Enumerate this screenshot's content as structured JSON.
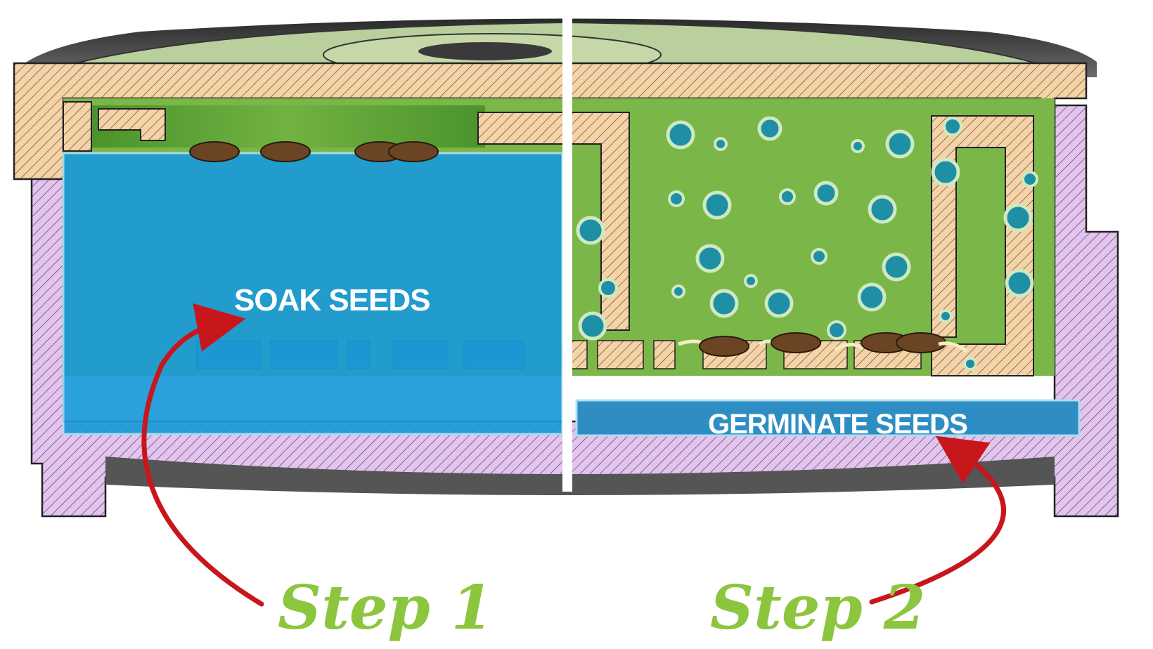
{
  "labels": {
    "soak": "SOAK SEEDS",
    "germinate": "GERMINATE SEEDS",
    "step1": "Step 1",
    "step2": "Step 2"
  },
  "colors": {
    "background": "#ffffff",
    "lid_hatch": "#f5d3a8",
    "base_hatch": "#e3c4ee",
    "interior_green": "#7ab648",
    "water_blue": "#1a9ad8",
    "reservoir_blue": "#2e8ec4",
    "seed_brown": "#6b4423",
    "bubble_teal": "#1f8fa6",
    "arrow_red": "#c8161d",
    "step_green": "#8cc63f",
    "divider": "#ffffff"
  },
  "icons": [
    "curved-arrow-icon",
    "seed-icon",
    "bubble-icon",
    "sprout-icon"
  ]
}
